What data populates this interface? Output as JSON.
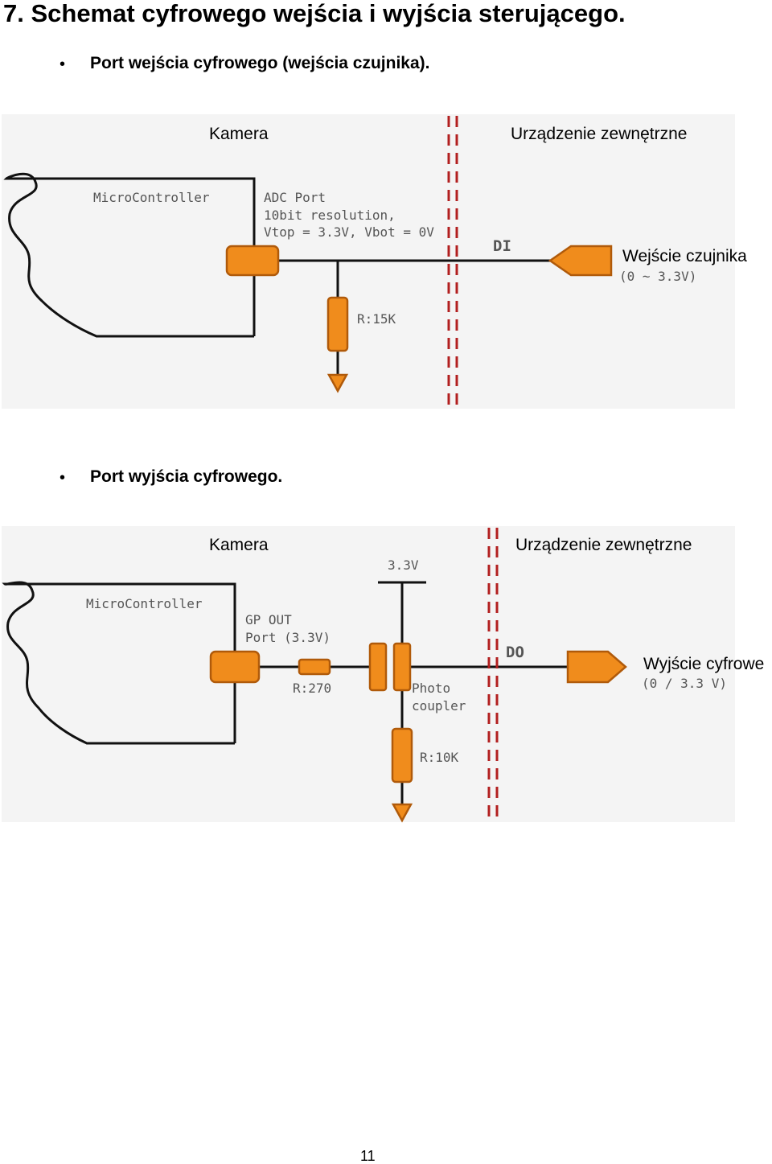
{
  "heading": "7. Schemat cyfrowego wejścia i wyjścia sterującego.",
  "bullets": [
    "Port wejścia cyfrowego (wejścia czujnika).",
    "Port wyjścia cyfrowego."
  ],
  "diagram_input": {
    "side_left": "Kamera",
    "side_right": "Urządzenie zewnętrzne",
    "mcu_label": "MicroController",
    "port_lines": [
      "ADC Port",
      "10bit resolution,",
      "Vtop = 3.3V, Vbot = 0V"
    ],
    "signal_label": "DI",
    "resistor_label": "R:15K",
    "connector_label": "Wejście czujnika",
    "range_label": "(0 ~ 3.3V)"
  },
  "diagram_output": {
    "side_left": "Kamera",
    "side_right": "Urządzenie zewnętrzne",
    "mcu_label": "MicroController",
    "port_lines": [
      "GP OUT",
      "Port (3.3V)"
    ],
    "supply_label": "3.3V",
    "resistor1_label": "R:270",
    "coupler_lines": [
      "Photo",
      "coupler"
    ],
    "signal_label": "DO",
    "resistor2_label": "R:10K",
    "connector_label": "Wyjście cyfrowe",
    "range_label": "(0 / 3.3 V)"
  },
  "colors": {
    "component_fill": "#f08c1c",
    "component_stroke": "#b05a0a",
    "divider": "#b21f1f",
    "wire": "#111111",
    "pixel_text": "#555555"
  },
  "page_number": "11"
}
